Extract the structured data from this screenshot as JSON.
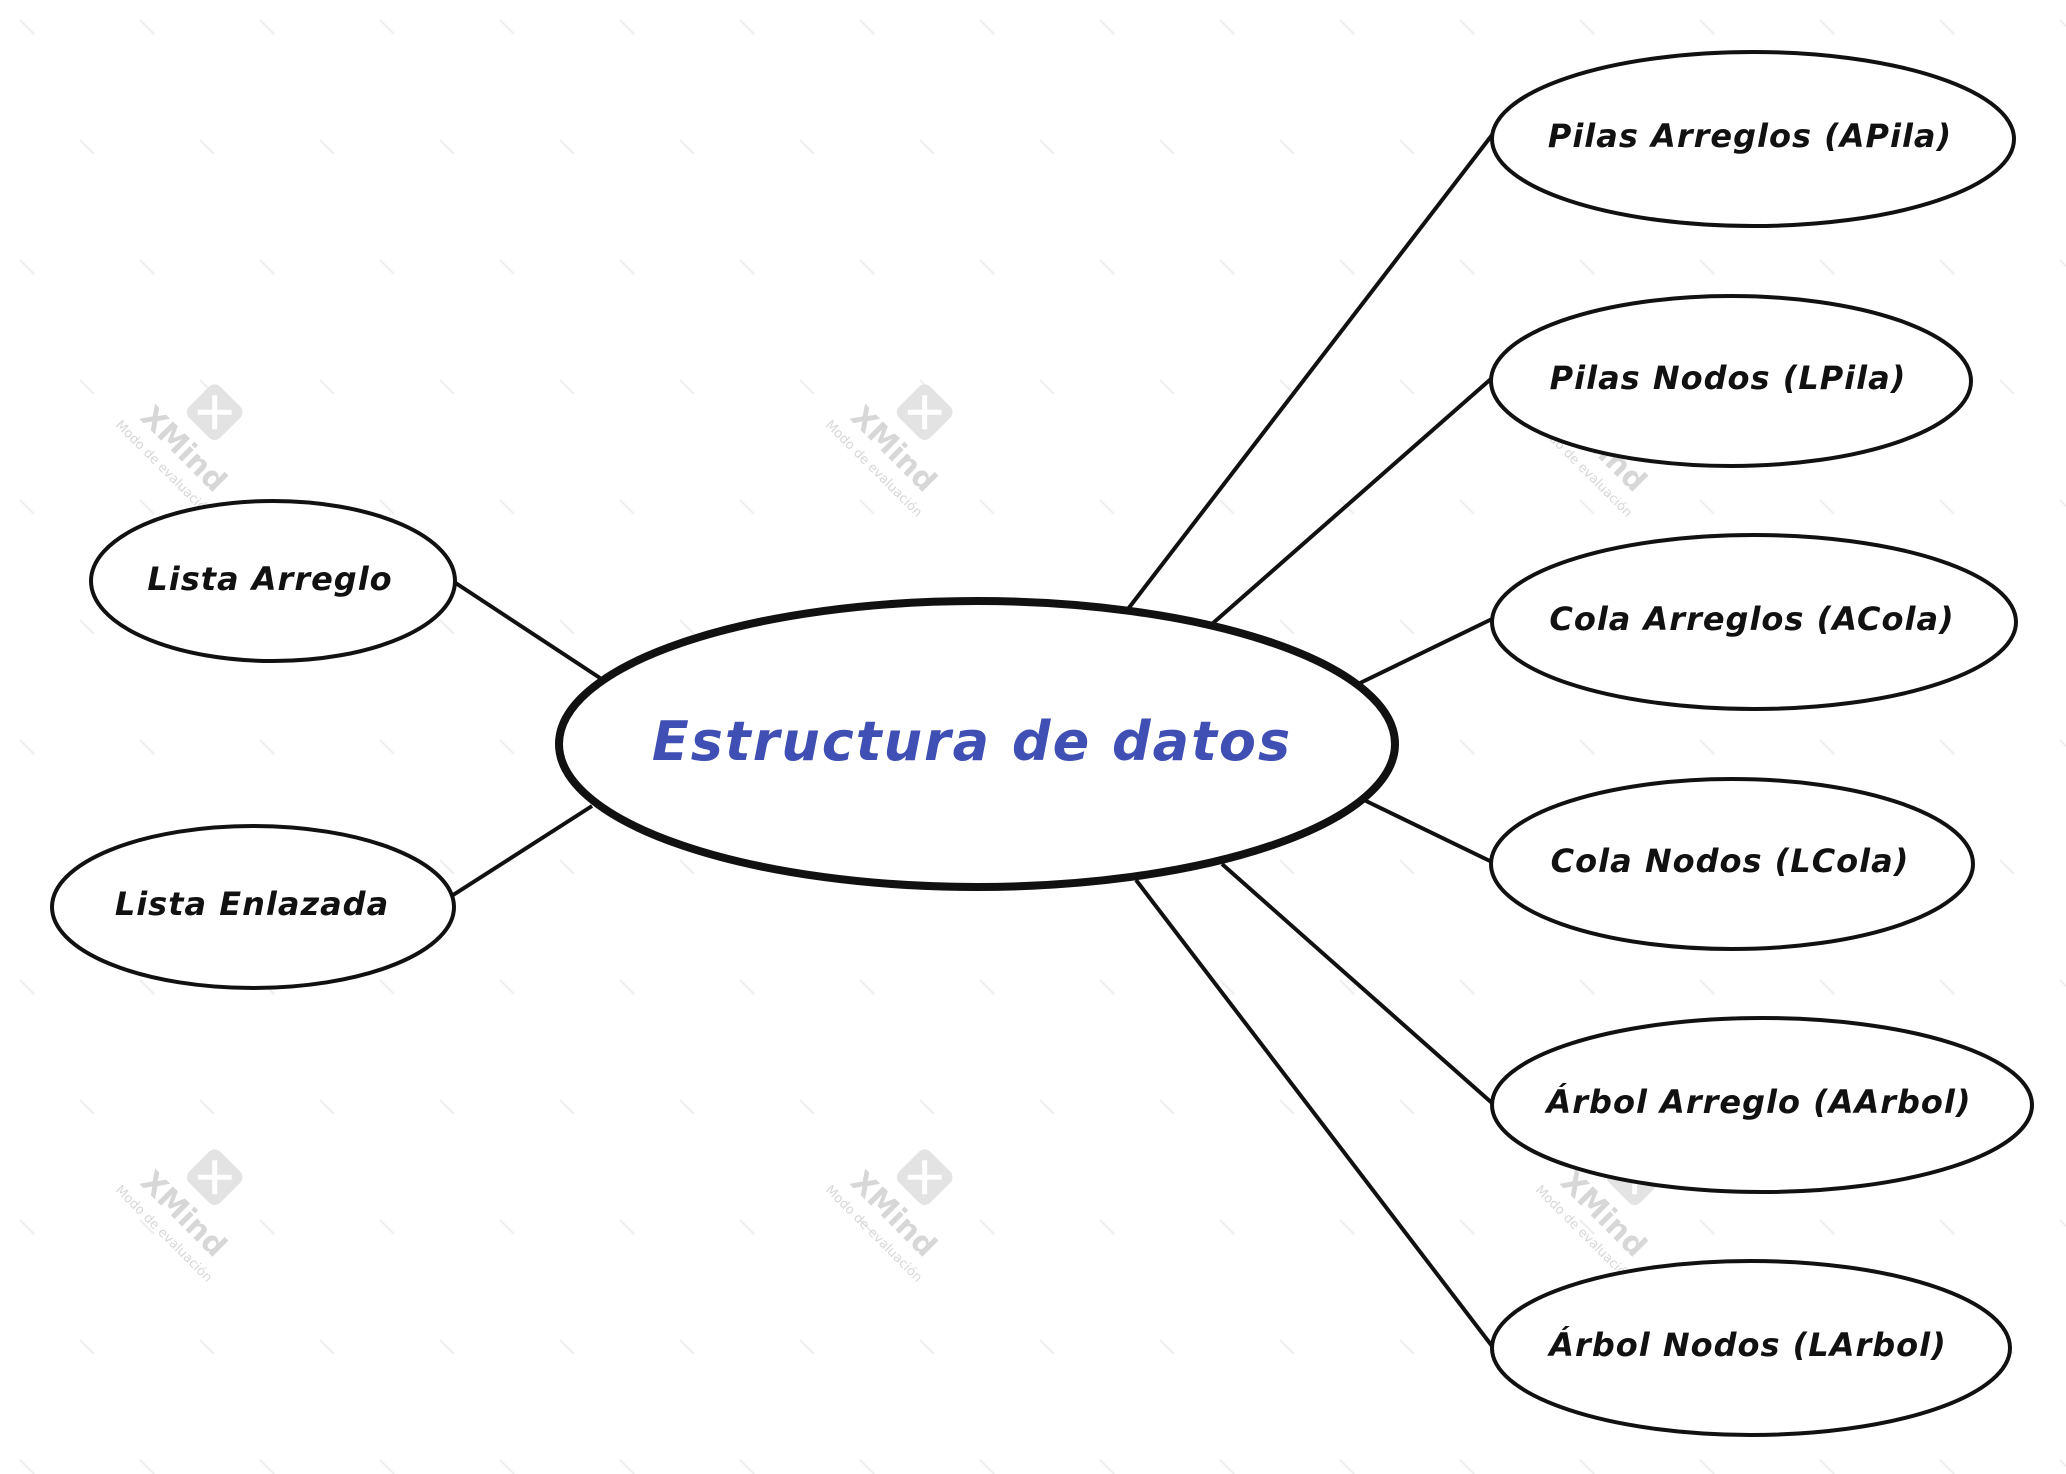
{
  "diagram": {
    "central": {
      "label": "Estructura de datos",
      "color": "#3f4fb3"
    },
    "line_color": "#111111",
    "nodes": {
      "lista_arreglo": "Lista Arreglo",
      "lista_enlazada": "Lista Enlazada",
      "pilas_arreglos": "Pilas Arreglos (APila)",
      "pilas_nodos": "Pilas Nodos (LPila)",
      "cola_arreglos": "Cola Arreglos (ACola)",
      "cola_nodos": "Cola Nodos (LCola)",
      "arbol_arreglo": "Árbol Arreglo (AArbol)",
      "arbol_nodos": "Árbol Nodos (LArbol)"
    }
  },
  "watermark": {
    "brand": "XMind",
    "mode": "Modo de evaluación",
    "icon": "xmind-logo-icon"
  }
}
